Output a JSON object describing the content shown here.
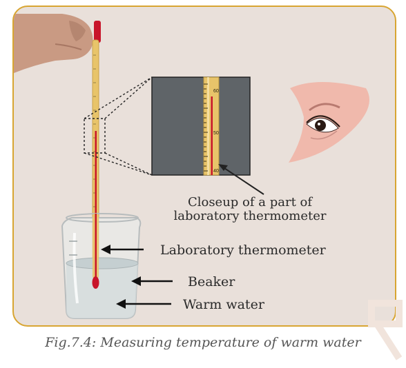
{
  "labels": {
    "closeup_line1": "Closeup of a part of",
    "closeup_line2": "laboratory thermometer",
    "thermometer": "Laboratory thermometer",
    "beaker": "Beaker",
    "warm_water": "Warm water"
  },
  "scale": {
    "tick_60": "60",
    "tick_50": "50",
    "tick_40": "40"
  },
  "caption": "Fig.7.4: Measuring temperature of warm water",
  "colors": {
    "frame_border": "#d8a531",
    "panel_background": "#e9e0da",
    "closeup_background": "#5f6468",
    "mercury": "#c8142a",
    "thermometer_glass": "#e8c46a"
  },
  "icons": [
    "hand-icon",
    "eye-icon"
  ]
}
